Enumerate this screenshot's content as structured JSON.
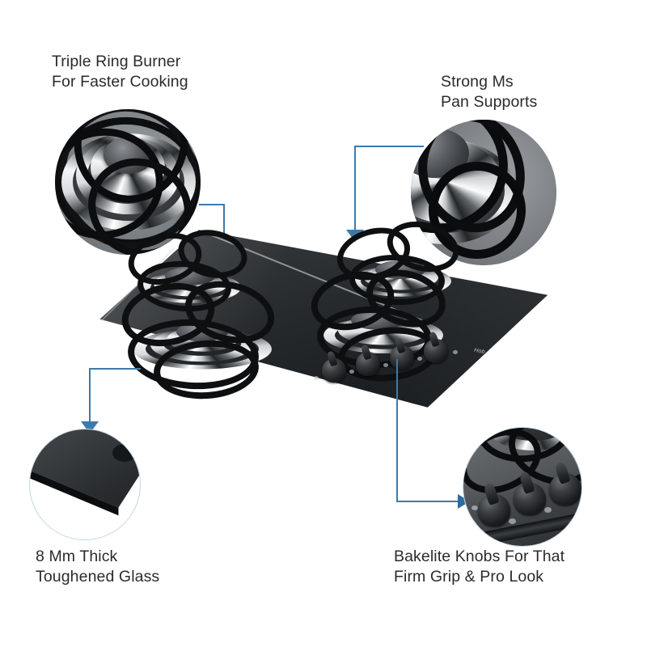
{
  "page": {
    "title": "Gas Hob Feature Infographic",
    "background_color": "#ffffff",
    "text_color": "#2b2b2b",
    "accent_color": "#3d7aab",
    "circle_outline_color": "#c3d7e8"
  },
  "callouts": [
    {
      "id": "triple-ring-burner",
      "label": "Triple Ring Burner\nFor Faster Cooking",
      "position": "top-left",
      "image_description": "close-up of chrome triple ring burner with black pan support arms",
      "connector": "from circle right edge, horizontal right then down with arrow into front-left burner"
    },
    {
      "id": "pan-supports",
      "label": "Strong Ms\nPan Supports",
      "position": "top-right",
      "image_description": "close-up of MS pan support arms over a chrome burner",
      "connector": "from circle left edge, horizontal left then down with arrow into rear-right burner"
    },
    {
      "id": "toughened-glass",
      "label": "8 Mm Thick\nToughened Glass",
      "position": "bottom-left",
      "image_description": "corner of thick black toughened glass slab showing edge thickness",
      "connector": "from hob left edge, horizontal left then down with arrow into circle"
    },
    {
      "id": "bakelite-knobs",
      "label": "Bakelite Knobs For That\nFirm Grip & Pro Look",
      "position": "bottom-right",
      "image_description": "close-up of three black bakelite control knobs on glass panel",
      "connector": "from knob area, vertical down then right with arrow into circle"
    }
  ],
  "product": {
    "name": "4 burner black toughened glass gas hob",
    "burner_count": 4,
    "knob_count": 4,
    "logo_text": "Hob",
    "surface": "black toughened glass"
  },
  "icons": {
    "arrow_down": "arrow-down-icon",
    "arrow_right": "arrow-right-icon",
    "flame_marker": "flame-indicator-icon"
  }
}
